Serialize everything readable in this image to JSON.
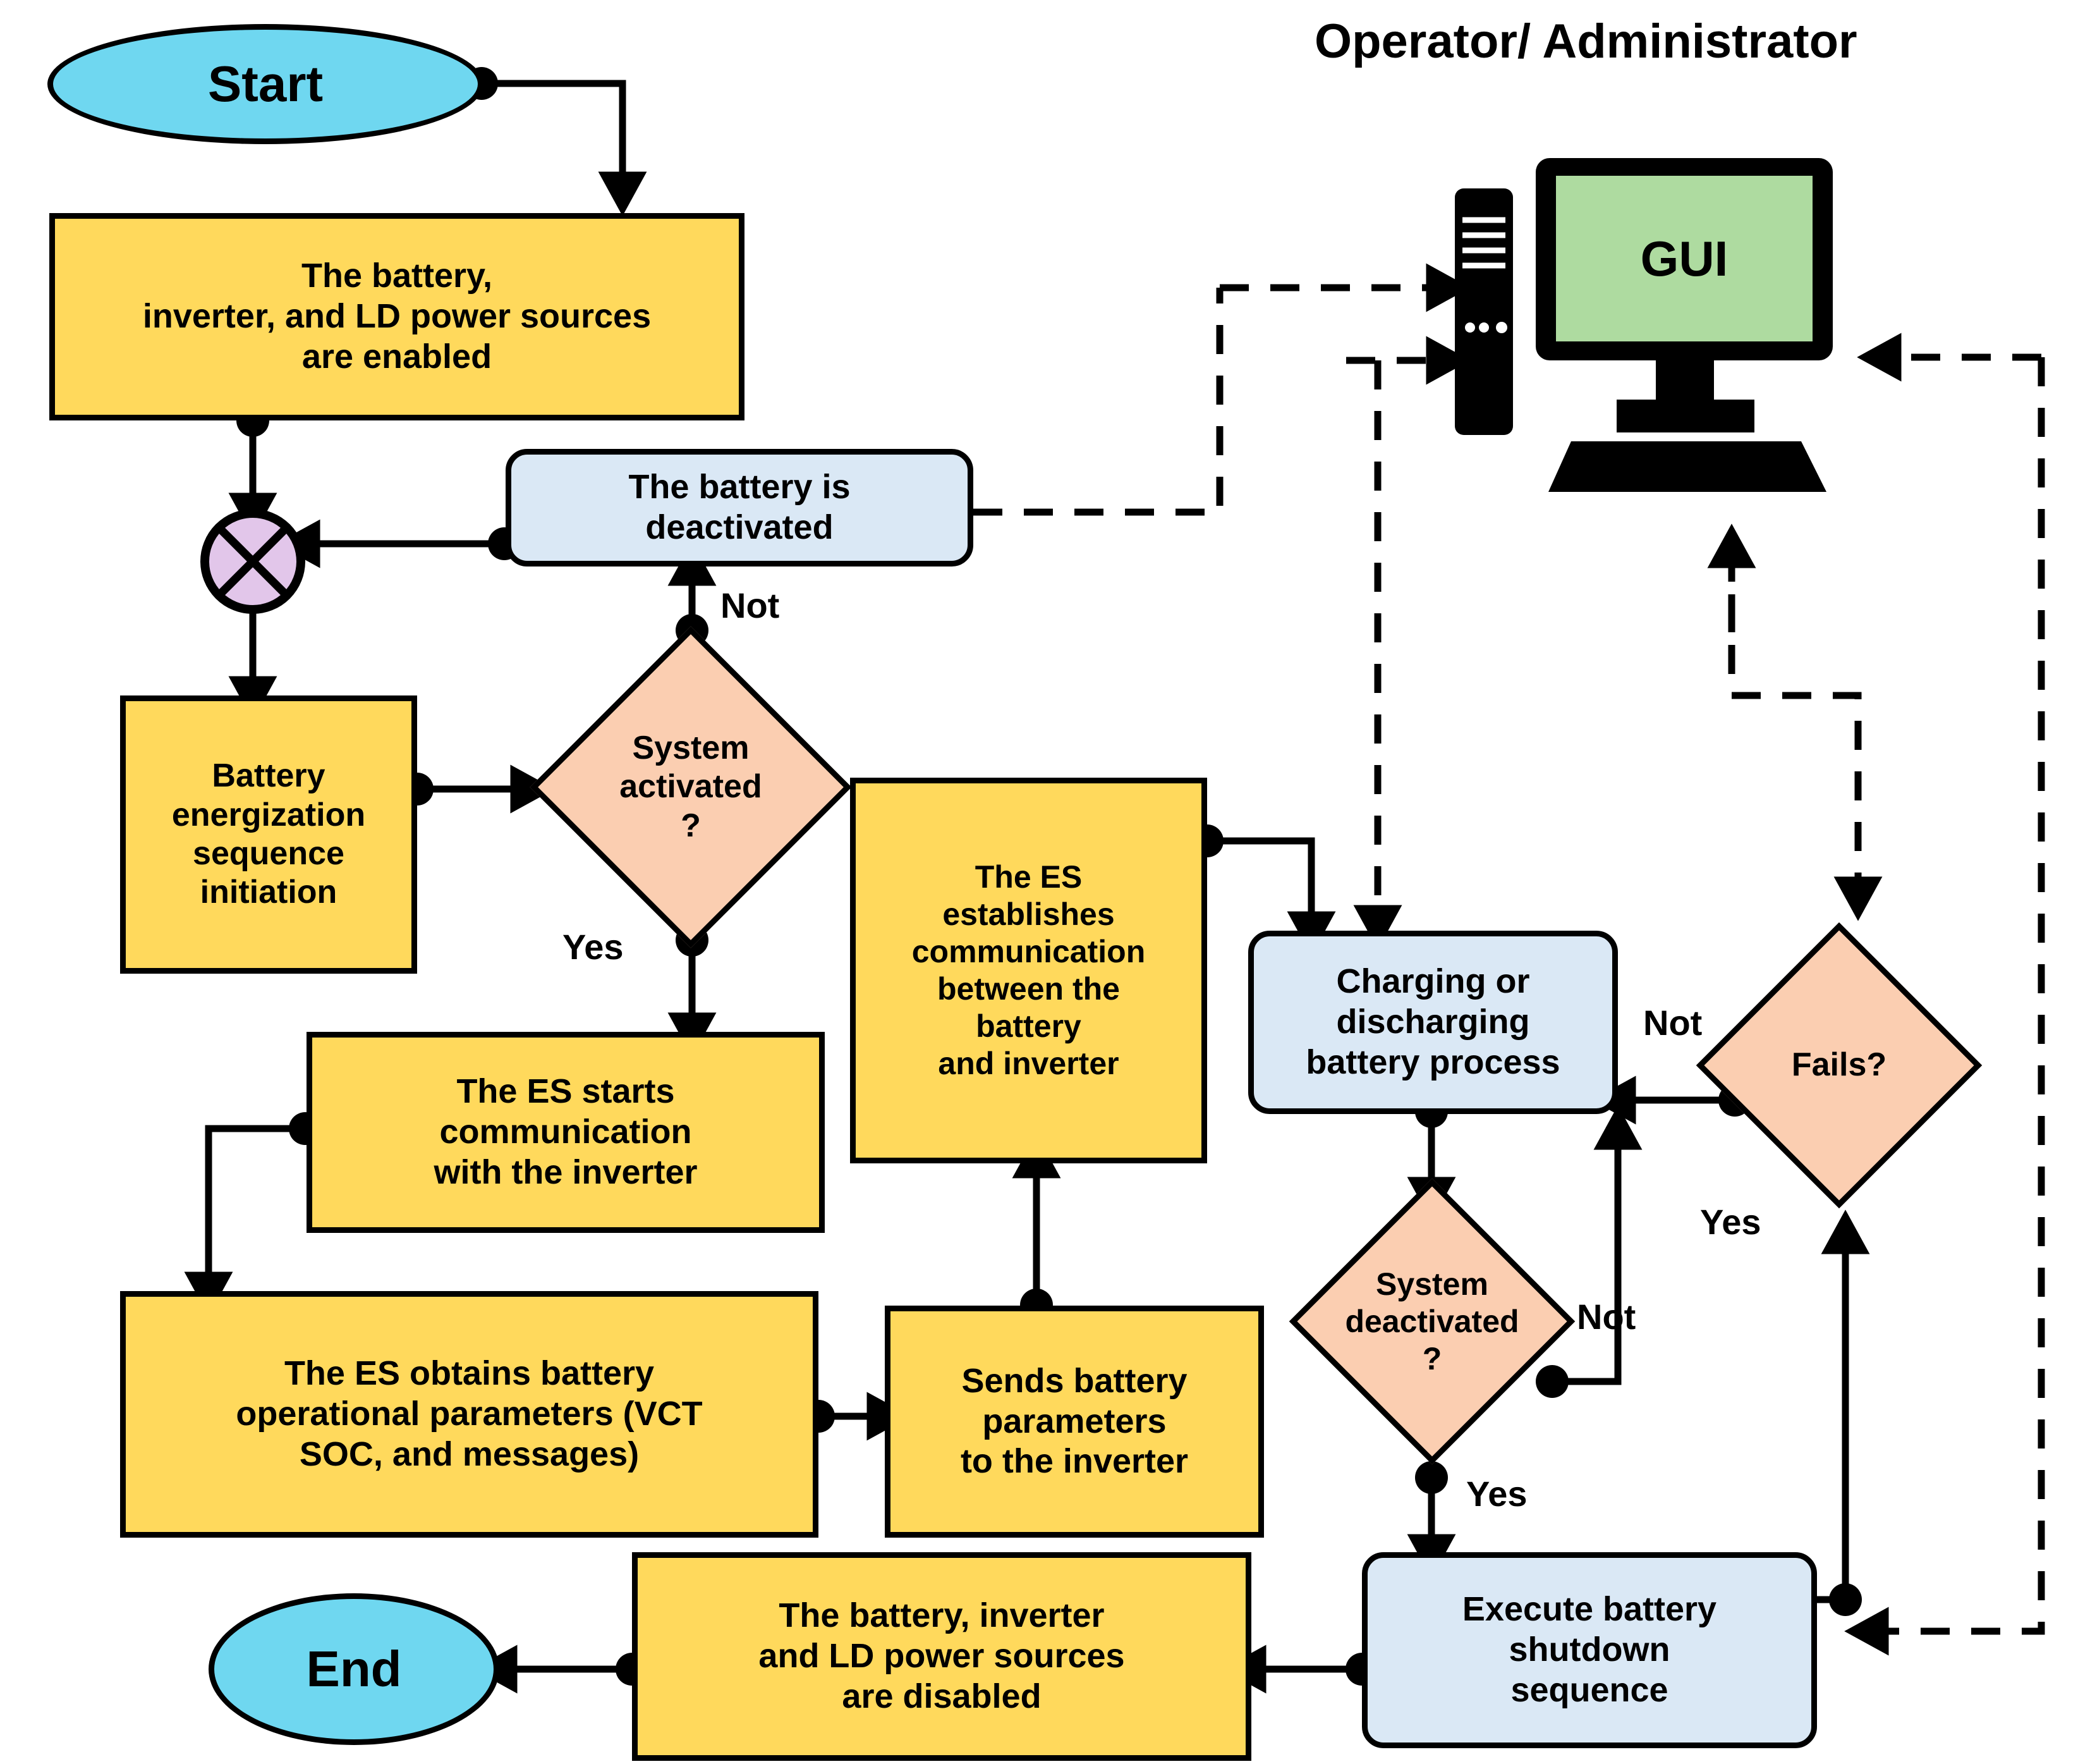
{
  "diagram": {
    "title_heading": "Operator/ Administrator",
    "colors": {
      "process_fill": "#FFD95C",
      "system_fill": "#DAE8F5",
      "decision_fill": "#FBCEB1",
      "terminator_fill": "#6FD7F0",
      "gui_screen_fill": "#AEDBA0",
      "junction_fill": "#E2C6EA",
      "stroke": "#000000"
    },
    "nodes": {
      "start": "Start",
      "end": "End",
      "enable_sources": "The battery,\ninverter, and LD power sources\nare enabled",
      "battery_deactivated": "The battery is\ndeactivated",
      "battery_energization": "Battery\nenergization\nsequence\ninitiation",
      "system_activated": "System\nactivated\n?",
      "es_starts_comm": "The ES starts\ncommunication\nwith the inverter",
      "es_establishes_comm": "The ES\nestablishes\ncommunication\nbetween the\nbattery\nand inverter",
      "es_obtains_params": "The ES obtains battery\noperational parameters (VCT\nSOC, and messages)",
      "sends_params": "Sends battery\nparameters\nto the inverter",
      "charging_process": "Charging or\ndischarging\nbattery process",
      "system_deactivated": "System\ndeactivated\n?",
      "fails": "Fails?",
      "execute_shutdown": "Execute battery\nshutdown\nsequence",
      "disable_sources": "The battery, inverter\nand LD power sources\nare disabled",
      "gui_screen": "GUI"
    },
    "edge_labels": {
      "not_system_activated": "Not",
      "yes_system_activated": "Yes",
      "not_fails": "Not",
      "yes_fails": "Yes",
      "not_system_deactivated": "Not",
      "yes_system_deactivated": "Yes"
    }
  }
}
